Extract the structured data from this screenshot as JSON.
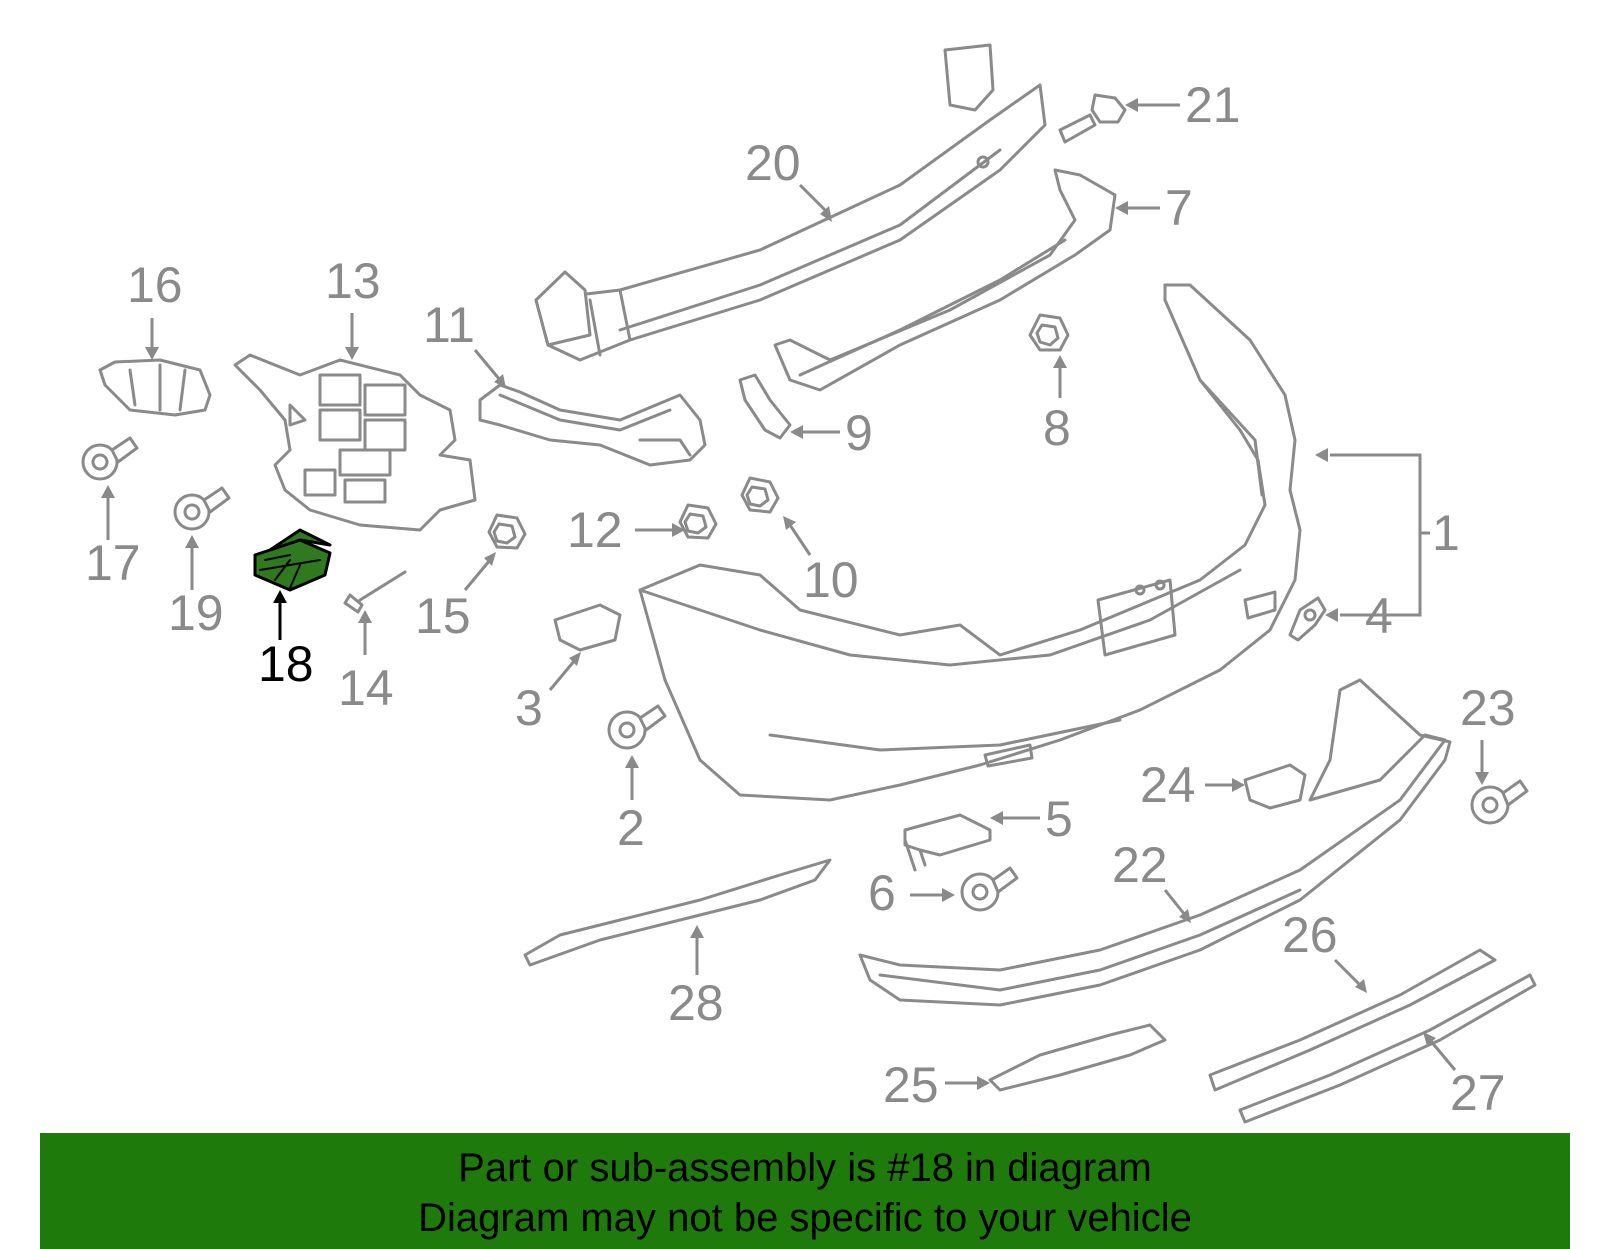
{
  "diagram": {
    "highlighted_part": "18",
    "highlight_color": "#2f7a1f",
    "line_color": "#8a8a8a",
    "callouts": {
      "c1": "1",
      "c2": "2",
      "c3": "3",
      "c4": "4",
      "c5": "5",
      "c6": "6",
      "c7": "7",
      "c8": "8",
      "c9": "9",
      "c10": "10",
      "c11": "11",
      "c12": "12",
      "c13": "13",
      "c14": "14",
      "c15": "15",
      "c16": "16",
      "c17": "17",
      "c18": "18",
      "c19": "19",
      "c20": "20",
      "c21": "21",
      "c22": "22",
      "c23": "23",
      "c24": "24",
      "c25": "25",
      "c26": "26",
      "c27": "27",
      "c28": "28"
    }
  },
  "banner": {
    "color": "#1f7a0c",
    "line1": "Part or sub-assembly is #18 in diagram",
    "line2": "Diagram may not be specific to your vehicle"
  }
}
